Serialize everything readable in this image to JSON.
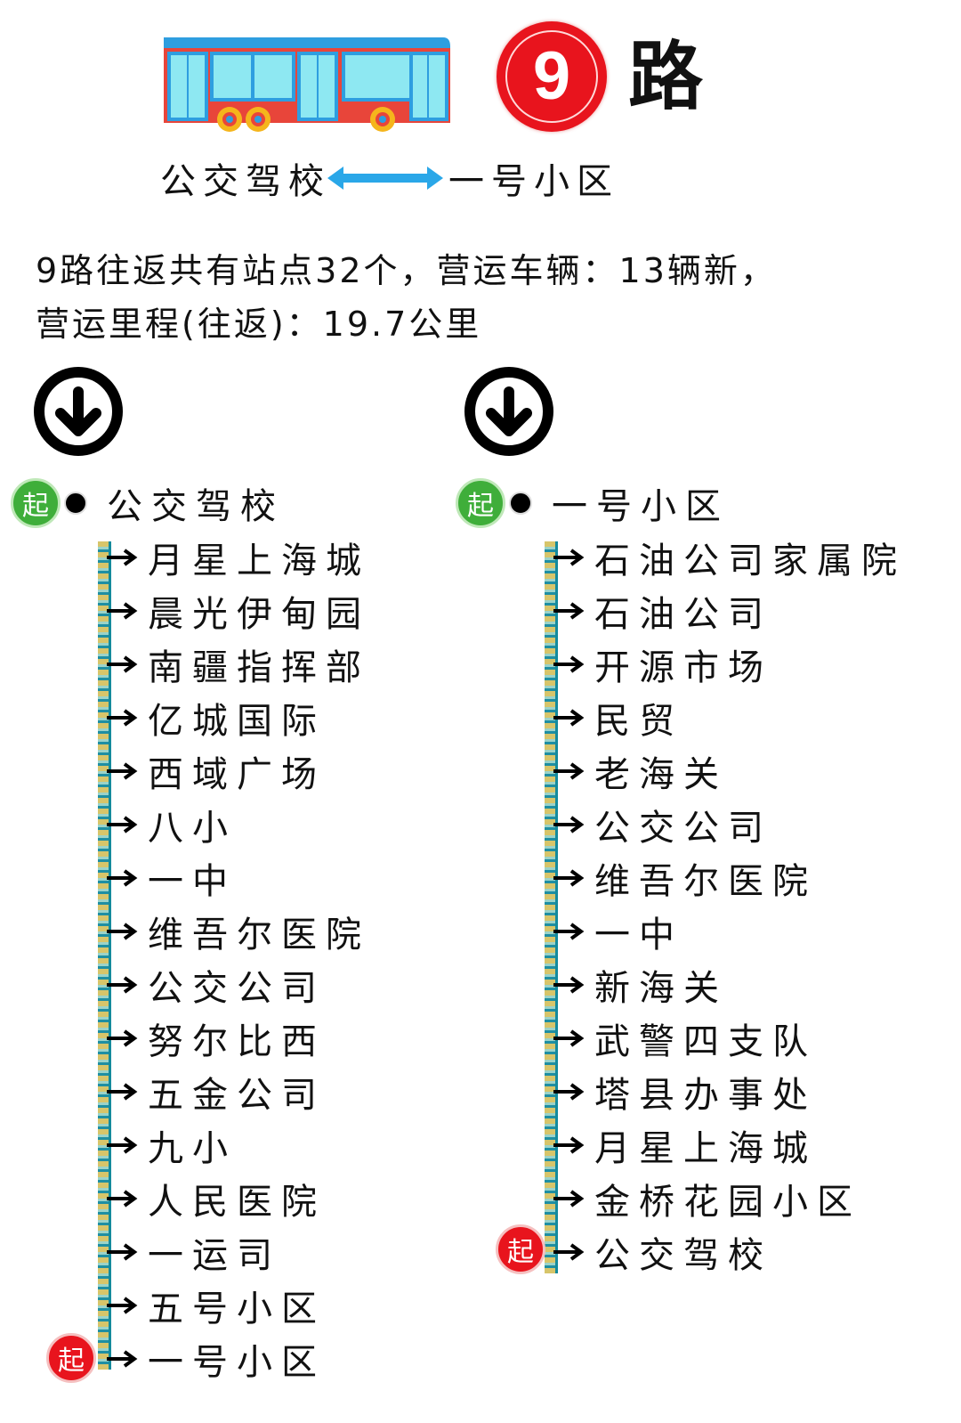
{
  "header": {
    "route_number": "9",
    "route_suffix": "路",
    "terminal_a": "公交驾校",
    "terminal_b": "一号小区",
    "icons": {
      "bus": "bus-icon",
      "double_arrow": "double-arrow-icon"
    }
  },
  "summary": {
    "line1": "9路往返共有站点32个，营运车辆：13辆新，",
    "line2": "营运里程(往返)：19.7公里",
    "stop_count": 32,
    "vehicles": 13,
    "distance_km": 19.7
  },
  "colors": {
    "badge_red": "#e8141d",
    "start_green": "#3fae3a",
    "bus_blue": "#2e9ee0",
    "bus_red": "#e8453a",
    "arrow_blue": "#2aa7e8",
    "rail_teal": "#1f8fa3",
    "rail_gold": "#d7c56a"
  },
  "start_badge_label": "起",
  "directions": [
    {
      "start": "公交驾校",
      "stops": [
        "月星上海城",
        "晨光伊甸园",
        "南疆指挥部",
        "亿城国际",
        "西域广场",
        "八小",
        "一中",
        "维吾尔医院",
        "公交公司",
        "努尔比西",
        "五金公司",
        "九小",
        "人民医院",
        "一运司",
        "五号小区",
        "一号小区"
      ],
      "end": "一号小区"
    },
    {
      "start": "一号小区",
      "stops": [
        "石油公司家属院",
        "石油公司",
        "开源市场",
        "民贸",
        "老海关",
        "公交公司",
        "维吾尔医院",
        "一中",
        "新海关",
        "武警四支队",
        "塔县办事处",
        "月星上海城",
        "金桥花园小区",
        "公交驾校"
      ],
      "end": "公交驾校"
    }
  ]
}
